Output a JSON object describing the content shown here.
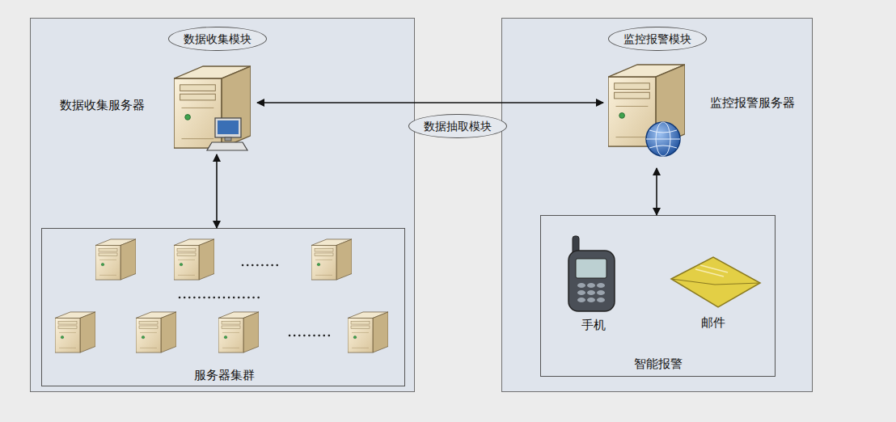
{
  "diagram": {
    "nodes": [
      {
        "text": [
          "数据收集模块"
        ]
      },
      {
        "text": [
          "数据收集服务器"
        ],
        "in": 0
      },
      {
        "text": [
          "服务器集群"
        ],
        "in": 0
      },
      {
        "text": [
          "监控报警模块"
        ]
      },
      {
        "text": [
          "监控报警服务器"
        ],
        "in": 3
      },
      {
        "text": [
          "智能报警"
        ],
        "in": 3
      },
      {
        "text": [
          "手机"
        ],
        "in": 5
      },
      {
        "text": [
          "邮件"
        ],
        "in": 5
      }
    ],
    "edges": [
      {
        "from": 1,
        "to": 4,
        "arrow": "both",
        "label": "数据抽取模块"
      },
      {
        "from": 1,
        "to": 2,
        "arrow": "both"
      },
      {
        "from": 4,
        "to": 5,
        "arrow": "both"
      }
    ]
  }
}
